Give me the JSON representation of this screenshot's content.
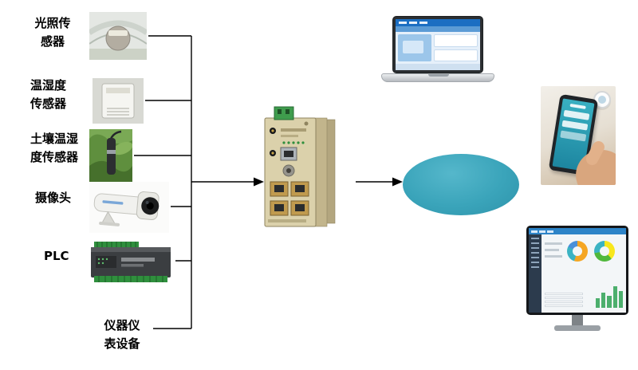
{
  "diagram": {
    "sensors": [
      {
        "name": "light-sensor",
        "label": "光照传\n感器"
      },
      {
        "name": "temp-humidity-sensor",
        "label": "温湿度\n传感器"
      },
      {
        "name": "soil-temp-humidity-sensor",
        "label": "土壤温湿\n度传感器"
      },
      {
        "name": "camera",
        "label": "摄像头"
      },
      {
        "name": "plc",
        "label": "PLC"
      }
    ],
    "instrument_label": "仪器仪\n表设备"
  },
  "colors": {
    "cloud": "#3aa4ba",
    "screen_blue": "#1b6ec2",
    "gateway_body": "#dbd1ab",
    "gateway_terminal": "#3f9c4d",
    "connector": "#000000"
  }
}
